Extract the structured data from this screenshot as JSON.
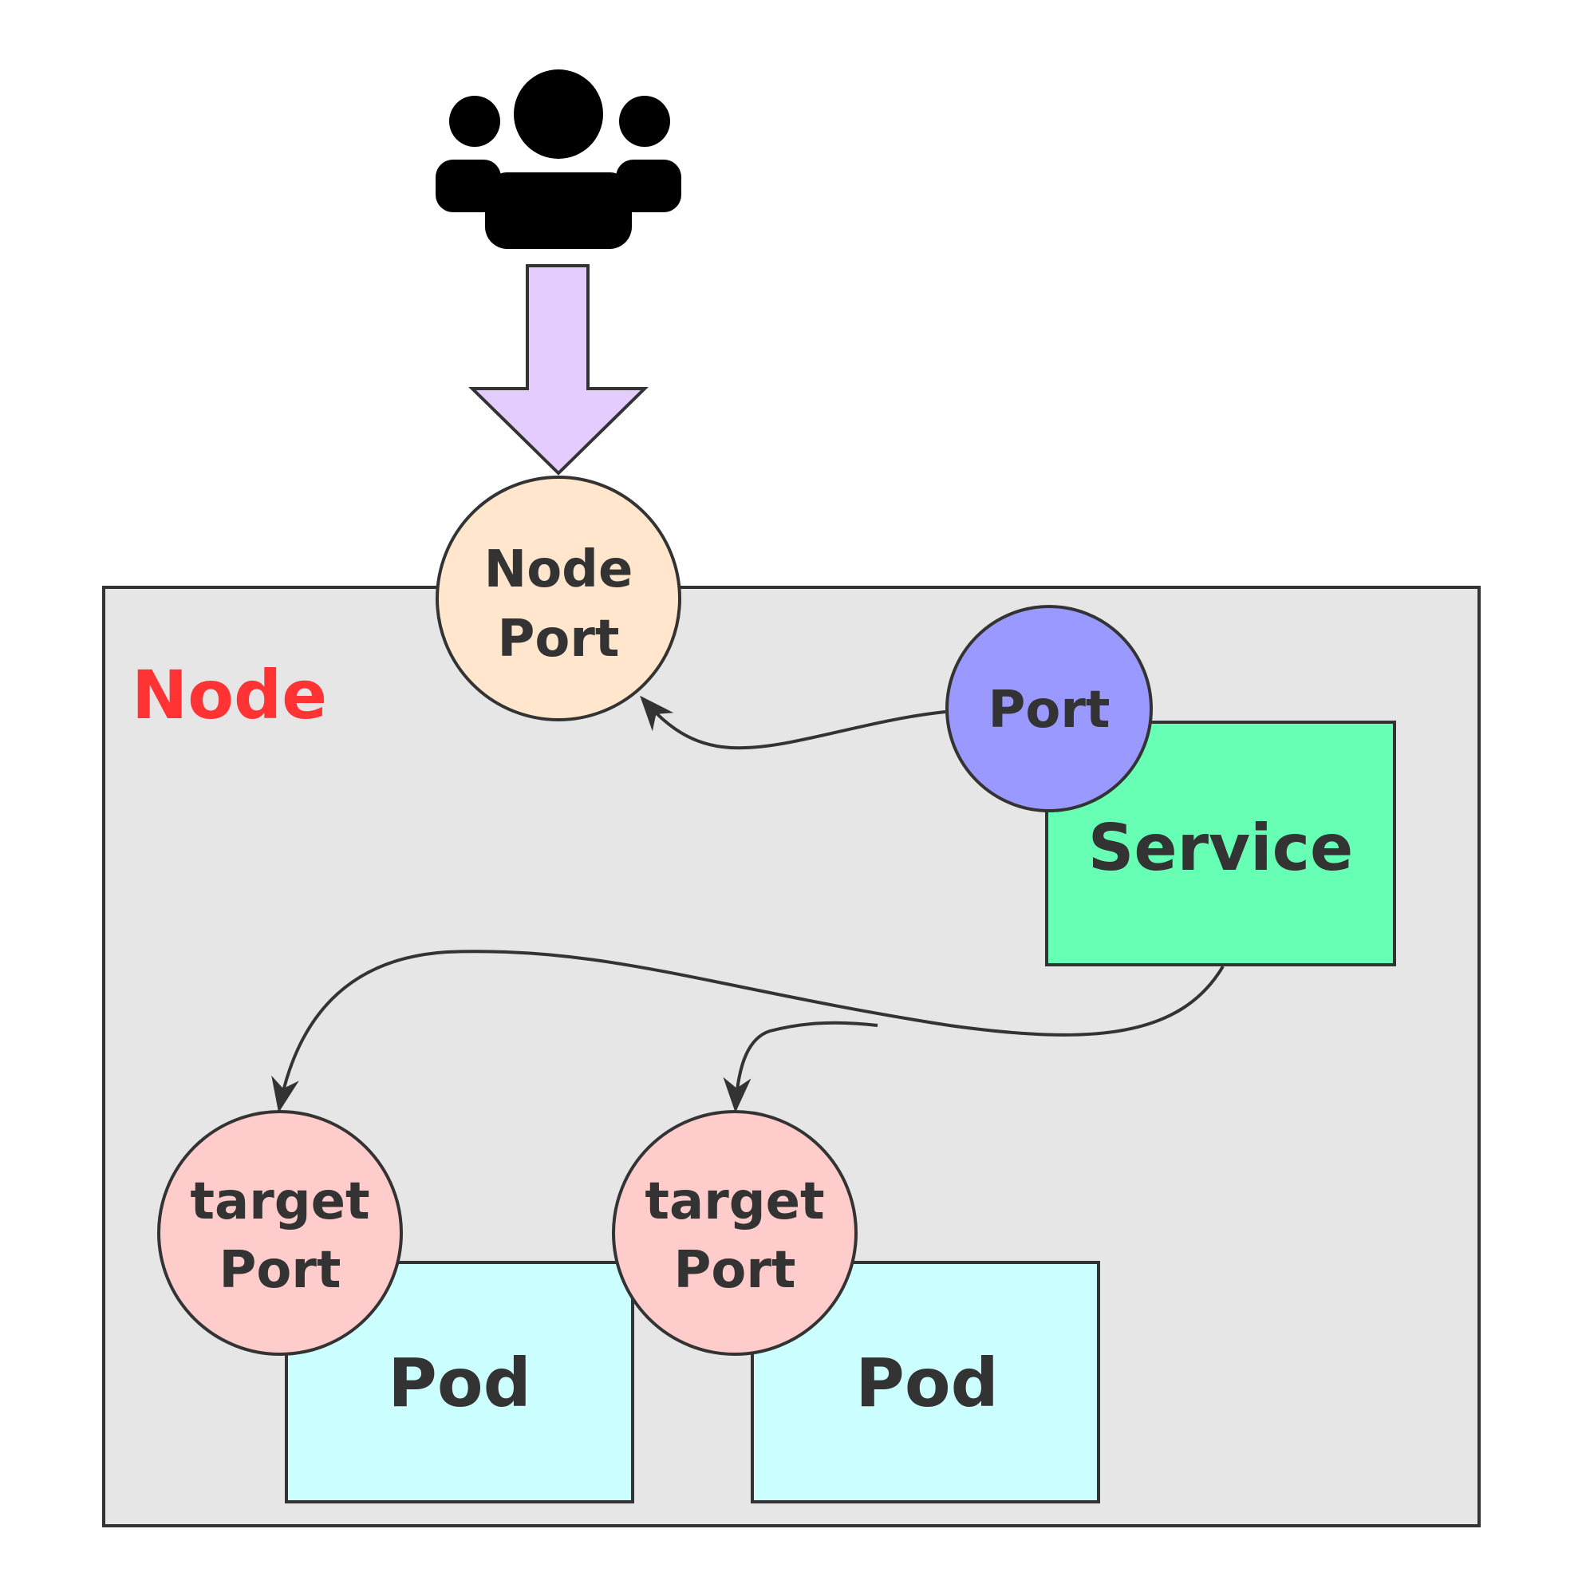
{
  "diagram": {
    "node_box_label": "Node",
    "node_port_label": [
      "Node",
      "Port"
    ],
    "service_port_label": "Port",
    "service_label": "Service",
    "pods": [
      {
        "port_label": [
          "target",
          "Port"
        ],
        "label": "Pod"
      },
      {
        "port_label": [
          "target",
          "Port"
        ],
        "label": "Pod"
      }
    ],
    "icons": {
      "users": "users-icon",
      "arrow": "down-arrow-icon"
    },
    "colors": {
      "node_box": "#e6e6e6",
      "node_label": "#ff3333",
      "node_port": "#ffe6cc",
      "service_port": "#9999ff",
      "service": "#66ffb3",
      "target_port": "#ffcccc",
      "pod": "#ccffff",
      "arrow_fill": "#e5ccff",
      "stroke": "#333333"
    }
  }
}
